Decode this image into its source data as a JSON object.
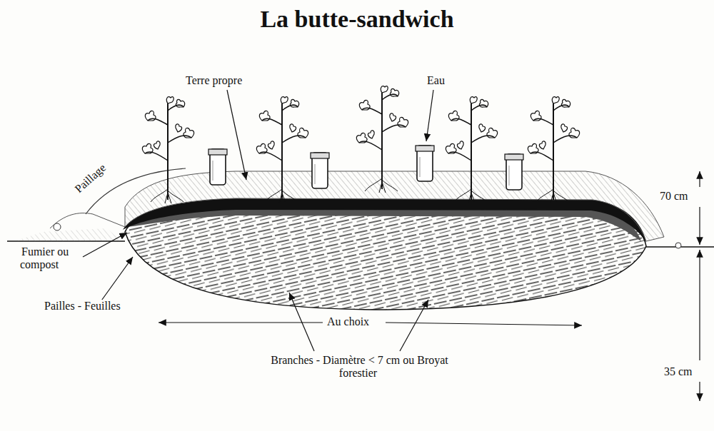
{
  "diagram": {
    "title": "La butte-sandwich",
    "labels": [
      "Terre propre",
      "Eau",
      "Paillage",
      "70 cm",
      "Fumier ou compost",
      "Pailles - Feuilles",
      "Au choix",
      "35 cm",
      "Branches - Diamètre < 7 cm ou Broyat forestier"
    ]
  }
}
